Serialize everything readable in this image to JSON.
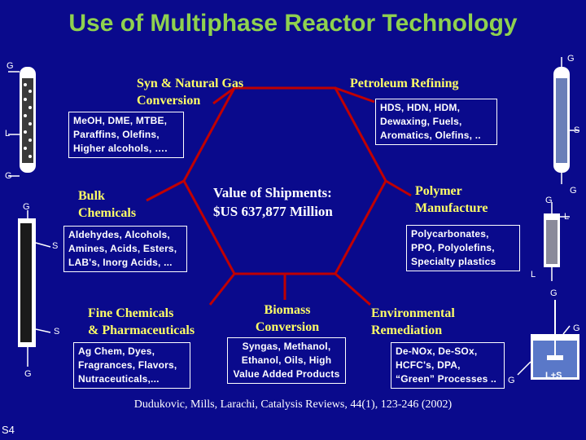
{
  "title": "Use of Multiphase Reactor Technology",
  "sections": {
    "syn": {
      "heading": [
        "Syn & Natural Gas",
        "Conversion"
      ],
      "box": [
        "MeOH, DME, MTBE,",
        "Paraffins, Olefins,",
        "Higher alcohols, …."
      ]
    },
    "petro": {
      "heading": [
        "Petroleum Refining"
      ],
      "box": [
        "HDS, HDN, HDM,",
        "Dewaxing, Fuels,",
        "Aromatics, Olefins, .."
      ]
    },
    "bulk": {
      "heading": [
        "Bulk",
        "Chemicals"
      ],
      "box": [
        "Aldehydes, Alcohols,",
        "Amines, Acids, Esters,",
        "LAB's, Inorg Acids, ..."
      ]
    },
    "polymer": {
      "heading": [
        "Polymer",
        "Manufacture"
      ],
      "box": [
        "Polycarbonates,",
        "PPO, Polyolefins,",
        "Specialty plastics"
      ]
    },
    "fine": {
      "heading": [
        "Fine Chemicals",
        "& Pharmaceuticals"
      ],
      "box": [
        "Ag Chem, Dyes,",
        "Fragrances, Flavors,",
        "Nutraceuticals,..."
      ]
    },
    "biomass": {
      "heading": [
        "Biomass",
        "Conversion"
      ],
      "box": [
        "Syngas, Methanol,",
        "Ethanol, Oils, High",
        "Value Added Products"
      ]
    },
    "env": {
      "heading": [
        "Environmental",
        "Remediation"
      ],
      "box": [
        "De-NOx, De-SOx,",
        "HCFC's, DPA,",
        "“Green” Processes .."
      ]
    }
  },
  "center": [
    "Value of Shipments:",
    "$US 637,877 Million"
  ],
  "citation": "Dudukovic, Mills, Larachi, Catalysis Reviews, 44(1), 123-246 (2002)",
  "slide_number": "S4",
  "stream_labels": {
    "g": "G",
    "l": "L",
    "s": "S",
    "ls": "L+S"
  },
  "colors": {
    "background": "#0a0a8c",
    "title": "#8fd14f",
    "heading": "#ffff66",
    "hexagon": "#c00000",
    "text": "#ffffff"
  }
}
